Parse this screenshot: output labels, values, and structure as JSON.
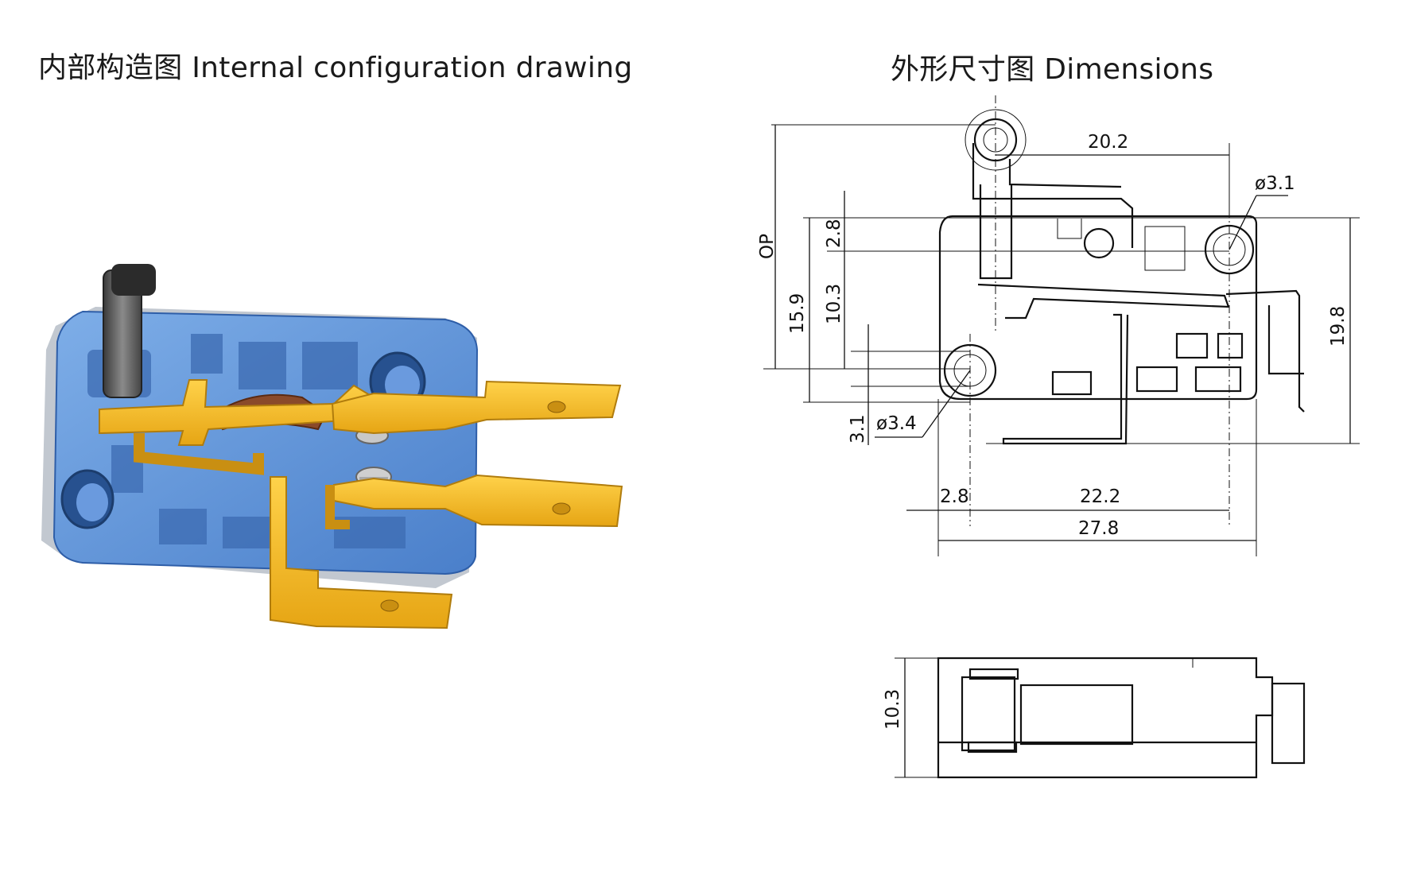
{
  "titles": {
    "internal": "内部构造图 Internal configuration drawing",
    "dimensions": "外形尺寸图 Dimensions"
  },
  "dimensions": {
    "d20_2": "20.2",
    "d3_1_hole": "ø3.1",
    "dOP": "OP",
    "d2_8_top": "2.8",
    "d15_9": "15.9",
    "d10_3": "10.3",
    "d19_8": "19.8",
    "d3_1": "3.1",
    "d3_4_hole": "ø3.4",
    "d2_8_bottom": "2.8",
    "d22_2": "22.2",
    "d27_8": "27.8",
    "d10_3_side": "10.3"
  },
  "colors": {
    "housing_blue": "#5b8fd6",
    "housing_dark": "#3b6fb8",
    "terminal_gold": "#f2b820",
    "terminal_edge": "#c98f12",
    "actuator": "#555555",
    "line": "#111111"
  }
}
